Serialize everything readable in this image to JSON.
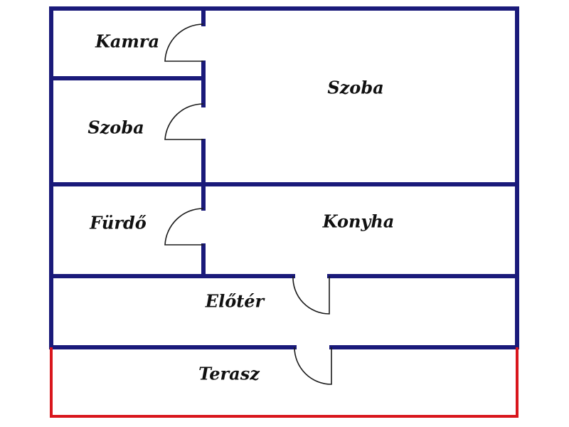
{
  "colors": {
    "wall": "#1a1a7a",
    "terrace_edge": "#d9161c",
    "door": "#1a1a1a",
    "label": "#111111",
    "background": "#ffffff"
  },
  "rooms": {
    "kamra": "Kamra",
    "szoba_left": "Szoba",
    "szoba_main": "Szoba",
    "furdo": "Fürdő",
    "konyha": "Konyha",
    "eloter": "Előtér",
    "terasz": "Terasz"
  }
}
